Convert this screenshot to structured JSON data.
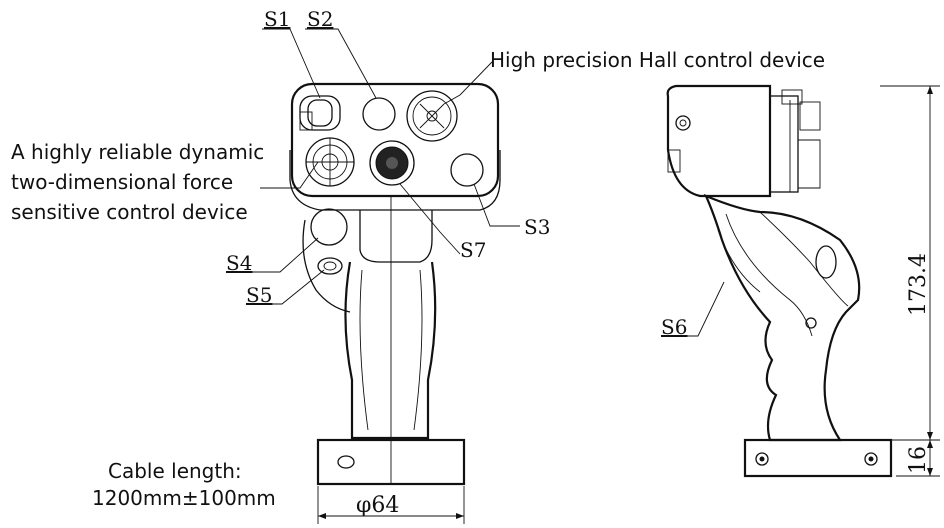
{
  "labels": {
    "s1": "S1",
    "s2": "S2",
    "s3": "S3",
    "s4": "S4",
    "s5": "S5",
    "s6": "S6",
    "s7": "S7"
  },
  "annotations": {
    "hall_device": "High precision Hall control device",
    "force_line1": "A highly reliable dynamic",
    "force_line2": "two-dimensional force",
    "force_line3": "sensitive control device",
    "cable_line1": "Cable length:",
    "cable_line2": "1200mm±100mm"
  },
  "dimensions": {
    "diameter": "φ64",
    "height": "173.4",
    "base_height": "16"
  }
}
